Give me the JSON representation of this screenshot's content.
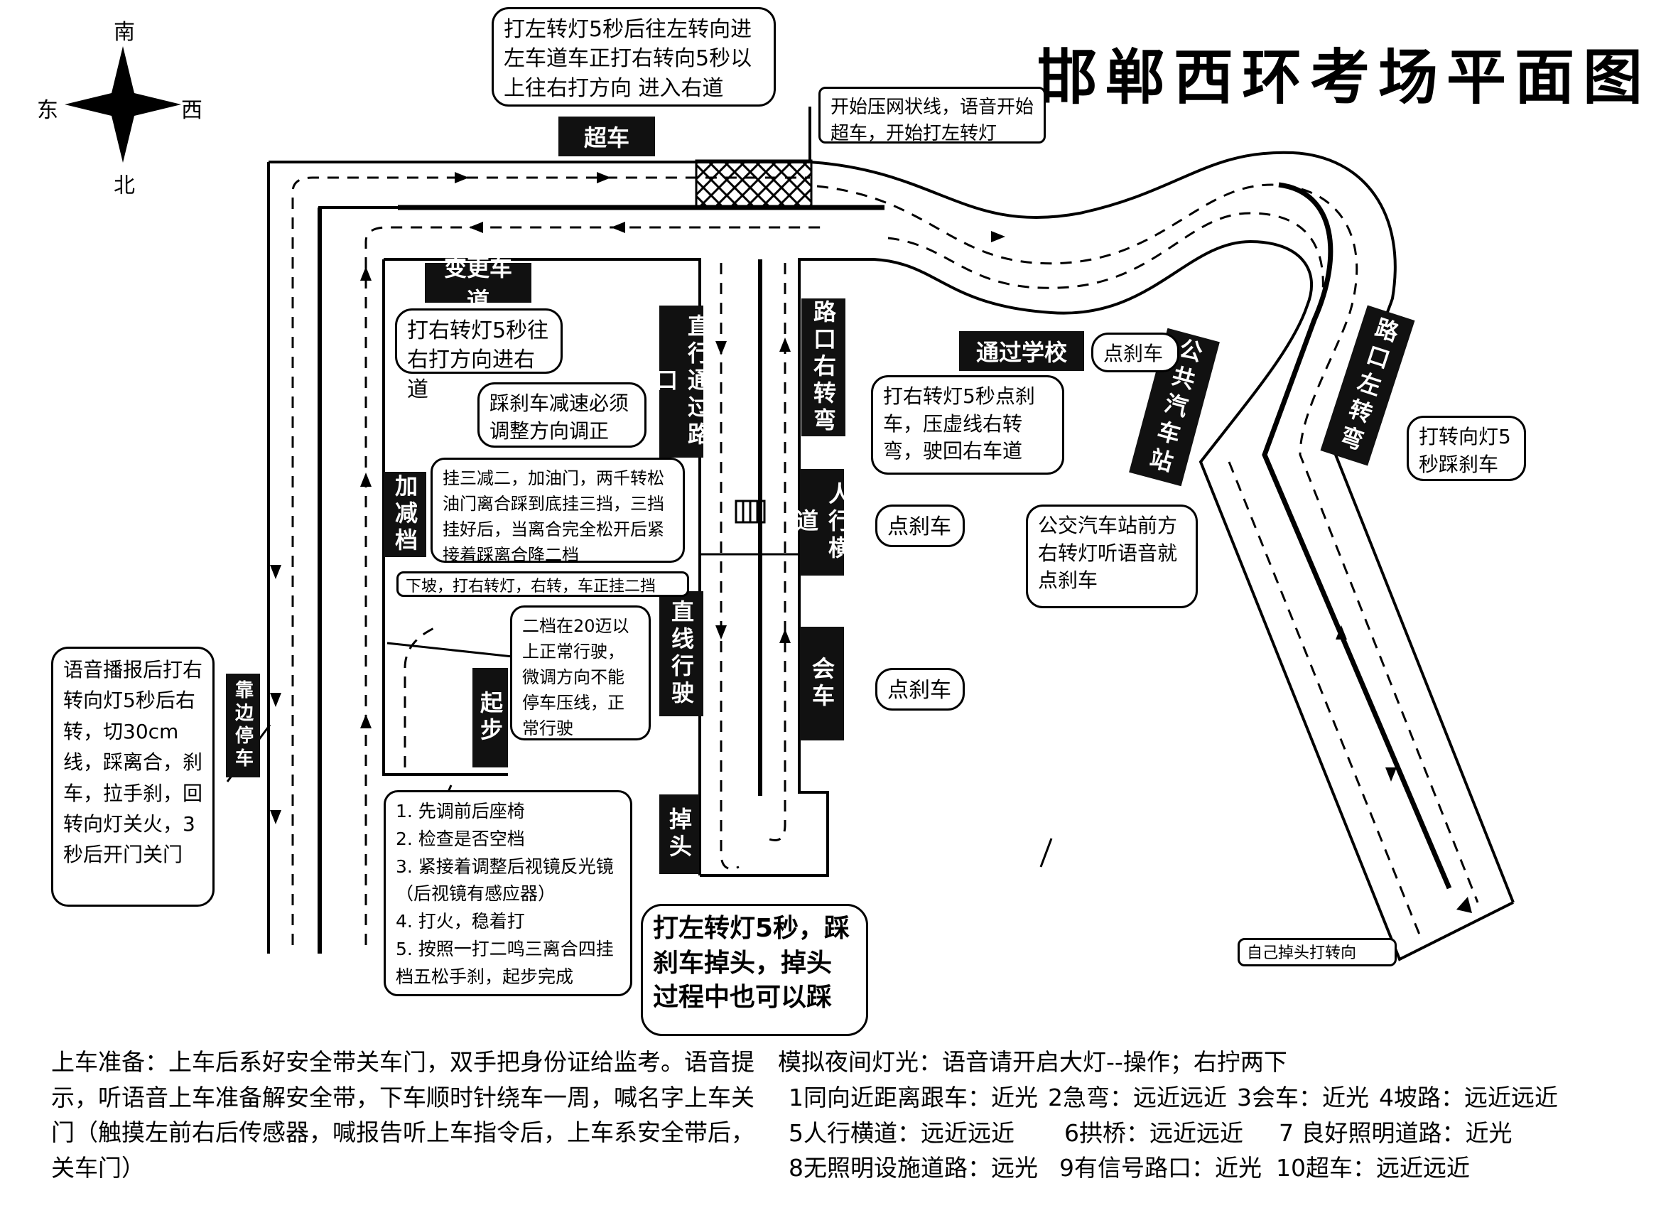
{
  "title": "邯郸西环考场平面图",
  "compass": {
    "north": "北",
    "south": "南",
    "east": "东",
    "west": "西"
  },
  "labels": {
    "overtake": "超车",
    "lane_change": "变更车道",
    "straight_through_intersection": "直行通过路口",
    "intersection_right_turn": "路口右转弯",
    "pass_school": "通过学校",
    "bus_stop": "公共汽车站",
    "intersection_left_turn": "路口左转弯",
    "gear_shift": "加减档",
    "crosswalk": "人行横道",
    "straight_driving": "直线行驶",
    "meeting": "会车",
    "start": "起步",
    "pull_over": "靠边停车",
    "u_turn": "掉头"
  },
  "notes": {
    "overtake_tip": "打左转灯5秒后往左转向进左车道车正打右转向5秒以上往右打方向 进入右道",
    "start_overtake": "开始压网状线，语音开始超车，开始打左转灯",
    "lane_change_tip": "打右转灯5秒往右打方向进右道",
    "brake_adjust": "踩刹车减速必须调整方向调正",
    "gear_tip": "挂三减二，加油门，两千转松油门离合踩到底挂三挡，三挡挂好后，当离合完全松开后紧接着踩离合降二档",
    "downhill": "下坡，打右转灯，右转，车正挂二挡",
    "second_gear": "二档在20迈以上正常行驶，微调方向不能停车压线，正常行驶",
    "right_turn_tip": "打右转灯5秒点刹车，压虚线右转弯，驶回右车道",
    "school_brake": "点刹车",
    "left_turn_tip": "打转向灯5秒踩刹车",
    "bus_stop_tip": "公交汽车站前方右转灯听语音就点刹车",
    "crosswalk_brake": "点刹车",
    "meeting_brake": "点刹车",
    "pull_over_tip": "语音播报后打右转向灯5秒后右转，切30cm线，踩离合，刹车，拉手刹，回转向灯关火，3秒后开门关门",
    "start_steps": "1. 先调前后座椅\n2. 检查是否空档\n3. 紧接着调整后视镜反光镜（后视镜有感应器）\n4. 打火，稳着打\n5. 按照一打二鸣三离合四挂档五松手刹，起步完成",
    "u_turn_tip": "打左转灯5秒，踩刹车掉头，掉头过程中也可以踩",
    "self_u_turn": "自己掉头打转向"
  },
  "bottom": {
    "prep": "上车准备：上车后系好安全带关车门，双手把身份证给监考。语音提示，听语音上车准备解安全带，下车顺时针绕车一周，喊名字上车关门（触摸左前右后传感器，喊报告听上车指令后，上车系安全带后，关车门）",
    "night_title": "模拟夜间灯光：语音请开启大灯--操作；右拧两下",
    "night_items": [
      "1同向近距离跟车：近光",
      "2急弯：远近远近",
      "3会车：近光",
      "4坡路：远近远近",
      "5人行横道：远近远近",
      "6拱桥：远近远近",
      "7 良好照明道路：近光",
      "8无照明设施道路：远光",
      "9有信号路口：近光",
      "10超车：远近远近"
    ]
  }
}
